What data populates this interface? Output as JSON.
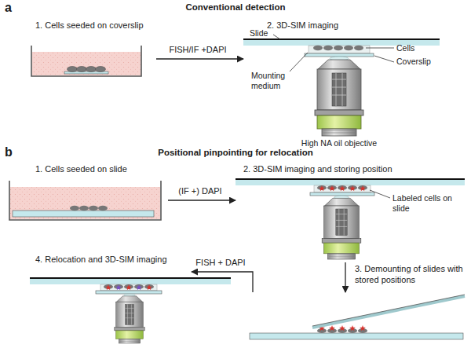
{
  "diagram": {
    "nodes": [
      {
        "text": [
          "1. Cells seeded on coverslip"
        ]
      },
      {
        "text": [
          "2. 3D-SIM imaging"
        ]
      },
      {
        "text": [
          "1. Cells seeded on slide"
        ]
      },
      {
        "text": [
          "2. 3D-SIM imaging and storing position"
        ]
      },
      {
        "text": [
          "3. Demounting of slides with stored positions"
        ]
      },
      {
        "text": [
          "4. Relocation and 3D-SIM imaging"
        ]
      }
    ],
    "edges": [
      {
        "from": 0,
        "to": 1,
        "label": "FISH/IF +DAPI",
        "arrow": "to"
      },
      {
        "from": 2,
        "to": 3,
        "label": "(IF +) DAPI",
        "arrow": "to"
      },
      {
        "from": 3,
        "to": 4,
        "arrow": "to"
      },
      {
        "from": 4,
        "to": 5,
        "label": "FISH + DAPI",
        "arrow": "to"
      }
    ],
    "labels": [
      "a",
      "Conventional detection",
      "Slide",
      "Cells",
      "Mounting medium",
      "Coverslip",
      "High NA oil objective",
      "b",
      "Positional pinpointing for relocation",
      "Labeled cells on slide"
    ]
  }
}
